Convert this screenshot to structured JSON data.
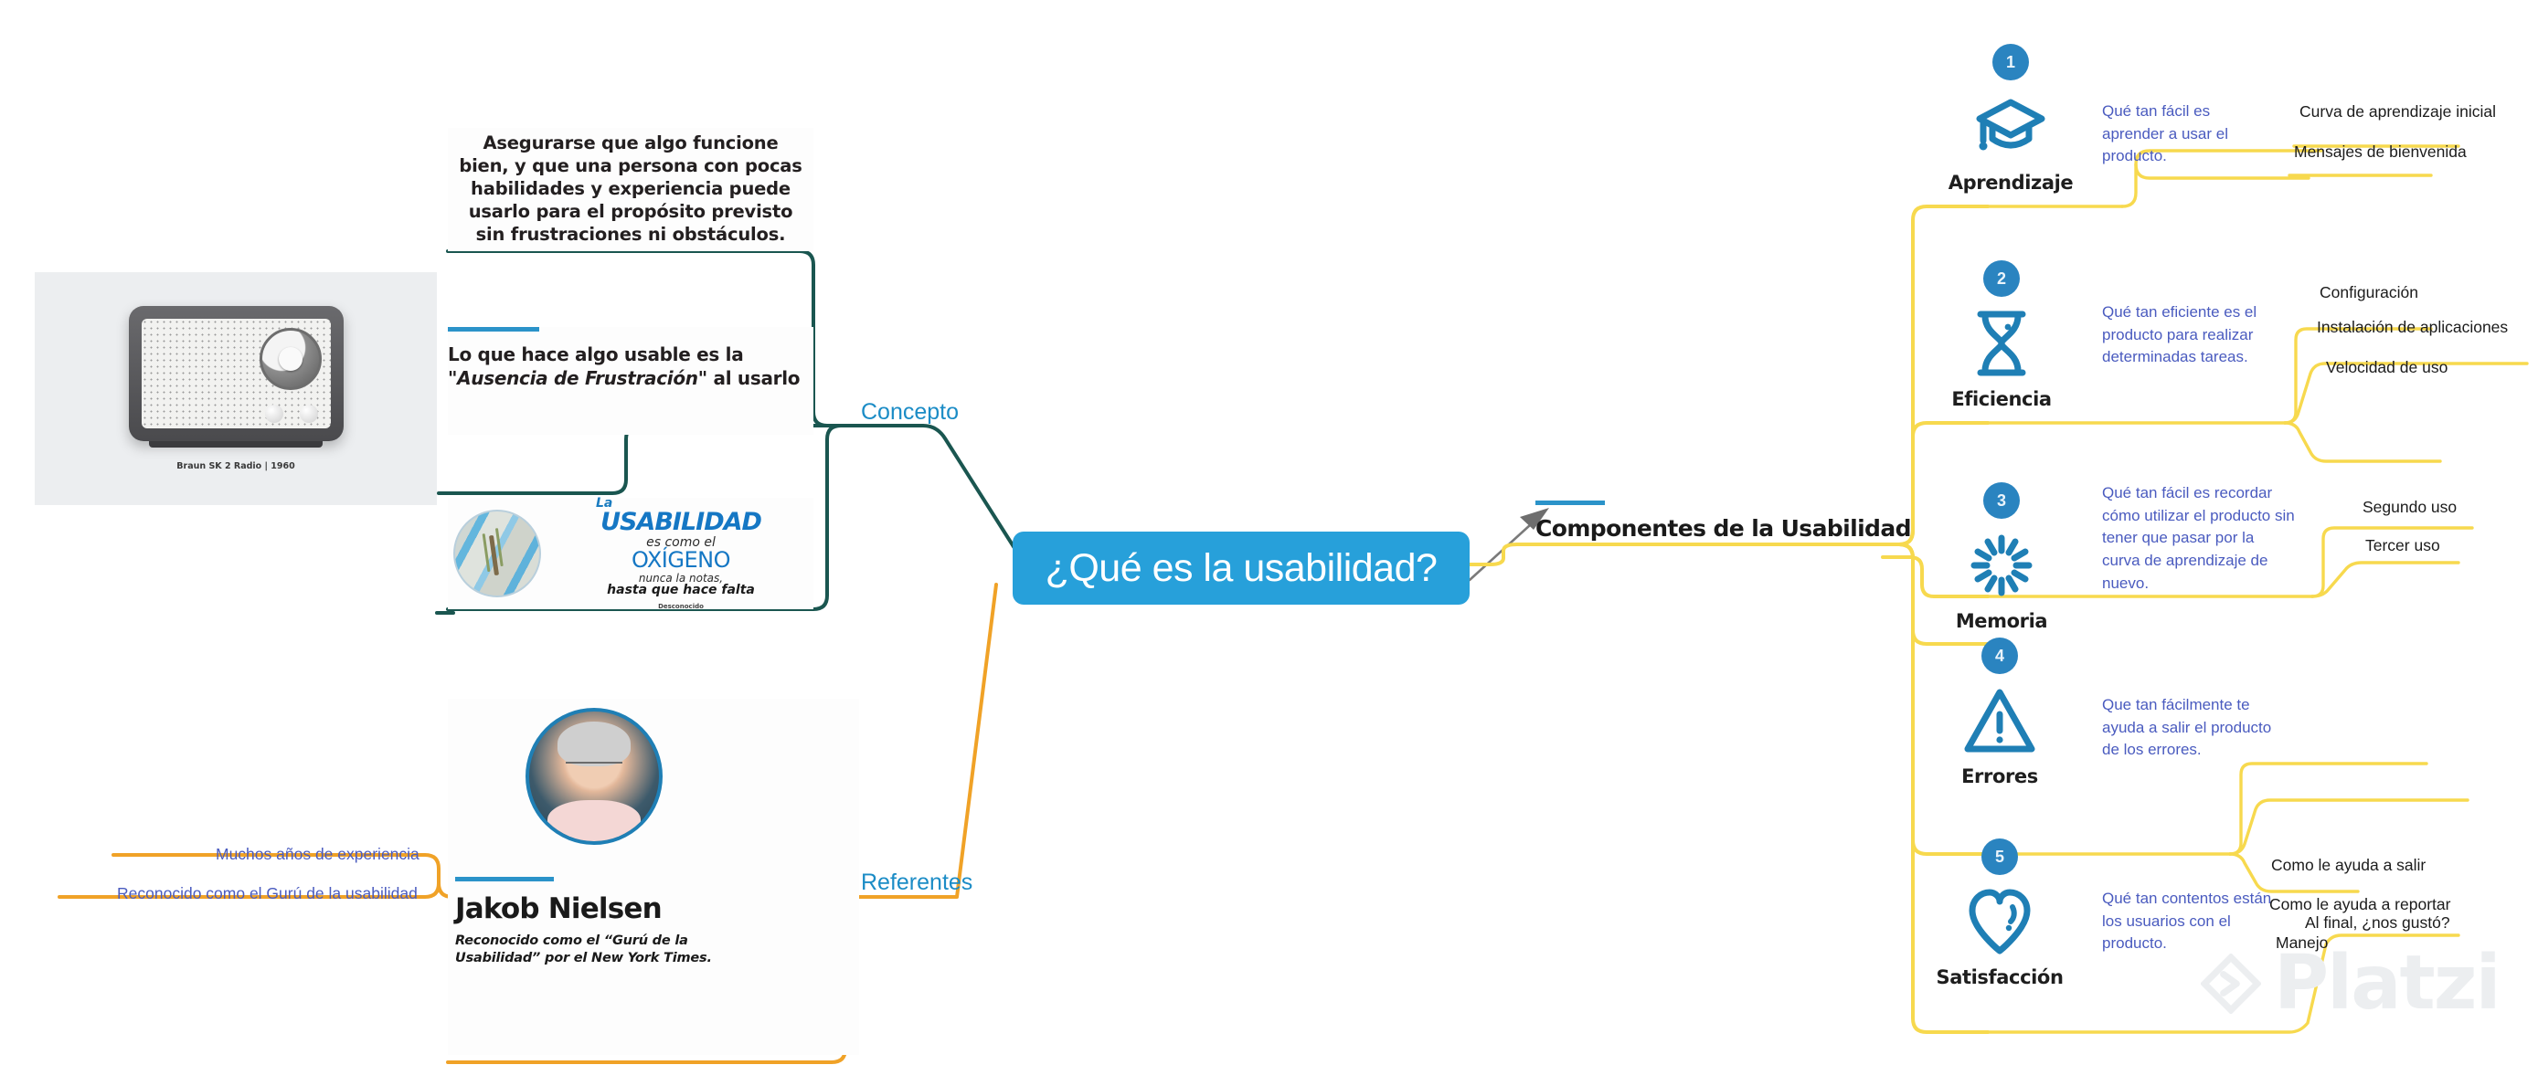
{
  "central": {
    "title": "¿Qué es la usabilidad?",
    "accent": "#27a0da"
  },
  "branches": {
    "concepto_label": "Concepto",
    "referentes_label": "Referentes",
    "componentes_label": "Componentes de la Usabilidad"
  },
  "concepto": {
    "definition": "Asegurarse que algo funcione bien, y que una persona con pocas habilidades y experiencia puede usarlo para el propósito previsto sin frustraciones ni obstáculos.",
    "frustracion_line1": "Lo que hace algo usable es la",
    "frustracion_quote": "\"Ausencia de Frustración\"",
    "frustracion_line2": " al usarlo",
    "radio_caption": "Braun SK 2 Radio | 1960",
    "quote_card": {
      "la": "La",
      "usabilidad": "USABILIDAD",
      "es_como_el": "es como el",
      "oxigeno": "OXÍGENO",
      "nunca": "nunca la notas,",
      "hasta": "hasta que hace falta",
      "author": "Desconocido",
      "open_quote": "“",
      "close_quote": "”"
    }
  },
  "referentes": {
    "name": "Jakob Nielsen",
    "subtitle": "Reconocido como el “Gurú de la Usabilidad” por el New York Times.",
    "leaves": [
      "Muchos años de experiencia",
      "Reconocido como el Gurú de la usabilidad"
    ]
  },
  "componentes": [
    {
      "number": "1",
      "name": "Aprendizaje",
      "icon": "graduation-cap-icon",
      "description": "Qué tan fácil es aprender a usar el producto.",
      "leaves": [
        "Curva de aprendizaje inicial",
        "Mensajes de bienvenida"
      ]
    },
    {
      "number": "2",
      "name": "Eficiencia",
      "icon": "hourglass-icon",
      "description": "Qué tan eficiente es el producto para realizar determinadas tareas.",
      "leaves": [
        "Configuración",
        "Instalación de aplicaciones",
        "Velocidad de uso"
      ]
    },
    {
      "number": "3",
      "name": "Memoria",
      "icon": "sunburst-icon",
      "description": "Qué tan fácil es recordar cómo utilizar el producto sin tener que pasar por la curva de aprendizaje de nuevo.",
      "leaves": [
        "Segundo uso",
        "Tercer uso"
      ]
    },
    {
      "number": "4",
      "name": "Errores",
      "icon": "warning-triangle-icon",
      "description": "Que tan fácilmente te ayuda a salir el producto de los errores.",
      "leaves": [
        "Como le ayuda a salir",
        "Como le ayuda a reportar",
        "Manejo"
      ]
    },
    {
      "number": "5",
      "name": "Satisfacción",
      "icon": "heart-icon",
      "description": "Qué tan contentos están los usuarios con el producto.",
      "leaves": [
        "Al final, ¿nos gustó?"
      ]
    }
  ],
  "watermark": {
    "text": "Platzi"
  },
  "colors": {
    "teal_wire": "#1a5650",
    "orange_wire": "#f0a227",
    "yellow_wire": "#f7d94e",
    "blue_accent": "#2b93c9",
    "icon_blue": "#1f7fb5",
    "desc_text": "#4a5bbf"
  }
}
